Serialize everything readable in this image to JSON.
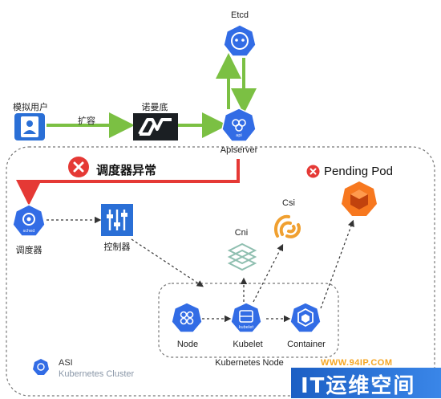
{
  "nodes": {
    "etcd": "Etcd",
    "user": "模拟用户",
    "expand": "扩容",
    "nuoman": "诺曼底",
    "apiserver": "Apiserver",
    "scheduler": "调度器",
    "controller": "控制器",
    "cni": "Cni",
    "csi": "Csi",
    "node": "Node",
    "kubelet": "Kubelet",
    "container": "Container",
    "kubernetes_node": "Kubernetes Node",
    "asi": "ASI",
    "asi_sub": "Kubernetes Cluster"
  },
  "icon_text": {
    "api": "api",
    "sched": "sched",
    "kubelet": "kubelet"
  },
  "error": {
    "label": "调度器异常"
  },
  "pending": {
    "label": "Pending Pod"
  },
  "watermark": {
    "url": "WWW.94IP.COM",
    "brand": "IT运维空间"
  },
  "colors": {
    "k8s_blue": "#326ce5",
    "arrow_green": "#7bc043",
    "error_red": "#e53935",
    "pending_orange": "#f7781f",
    "csi_orange": "#f0a030"
  }
}
